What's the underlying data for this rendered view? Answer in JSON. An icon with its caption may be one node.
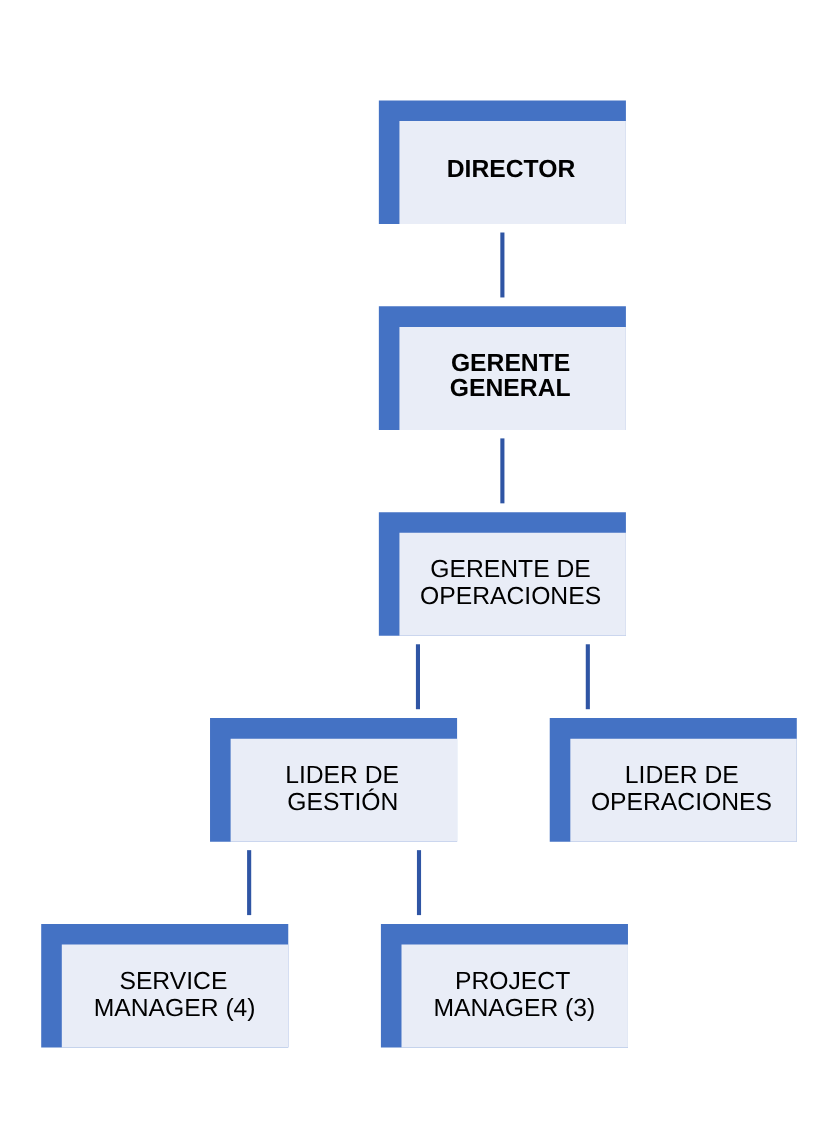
{
  "diagram": {
    "nodes": [
      {
        "text": [
          "DIRECTOR"
        ]
      },
      {
        "text": [
          "GERENTE GENERAL"
        ]
      },
      {
        "text": [
          "GERENTE DE OPERACIONES"
        ]
      },
      {
        "text": [
          "LIDER DE GESTIÓN"
        ]
      },
      {
        "text": [
          "LIDER DE OPERACIONES"
        ]
      },
      {
        "text": [
          "SERVICE MANAGER (4)"
        ]
      },
      {
        "text": [
          "PROJECT MANAGER (3)"
        ]
      }
    ],
    "edges": [
      {
        "from": 0,
        "to": 1,
        "arrow": "none"
      },
      {
        "from": 1,
        "to": 2,
        "arrow": "none"
      },
      {
        "from": 2,
        "to": 3,
        "arrow": "none"
      },
      {
        "from": 2,
        "to": 4,
        "arrow": "none"
      },
      {
        "from": 3,
        "to": 5,
        "arrow": "none"
      },
      {
        "from": 3,
        "to": 6,
        "arrow": "none"
      }
    ]
  }
}
